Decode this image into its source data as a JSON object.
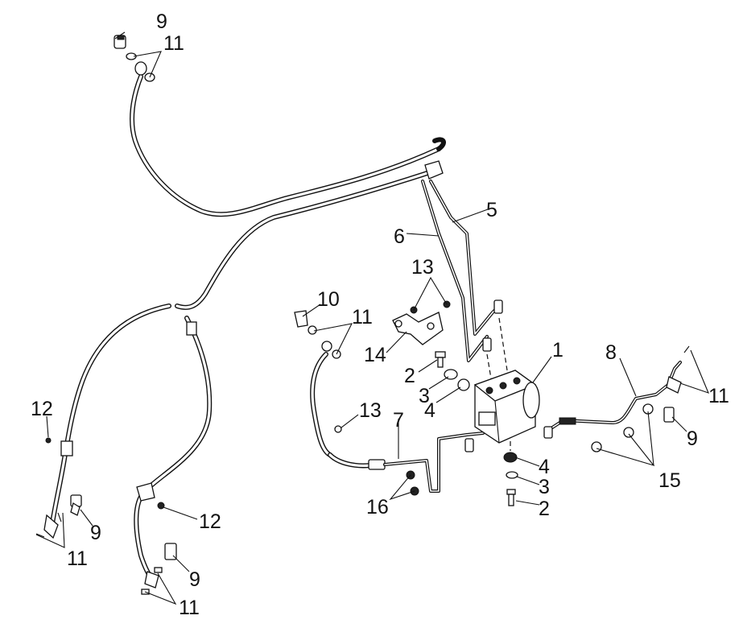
{
  "diagram": {
    "callouts": {
      "c1": "1",
      "c2a": "2",
      "c2b": "2",
      "c3a": "3",
      "c3b": "3",
      "c4a": "4",
      "c4b": "4",
      "c5": "5",
      "c6": "6",
      "c7": "7",
      "c8": "8",
      "c9a": "9",
      "c9b": "9",
      "c9c": "9",
      "c9d": "9",
      "c10": "10",
      "c11a": "11",
      "c11b": "11",
      "c11c": "11",
      "c11d": "11",
      "c11e": "11",
      "c12a": "12",
      "c12b": "12",
      "c13a": "13",
      "c13b": "13",
      "c14": "14",
      "c15": "15",
      "c16": "16"
    }
  }
}
